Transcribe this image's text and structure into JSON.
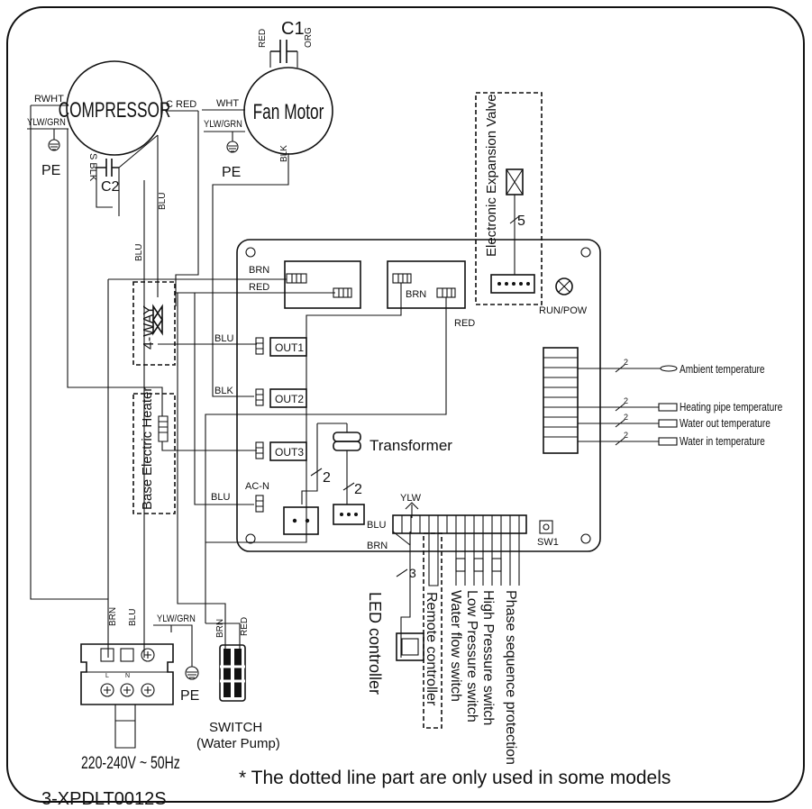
{
  "labels": {
    "compressor": "COMPRESSOR",
    "fan_motor": "Fan Motor",
    "c1": "C1",
    "c2": "C2",
    "pe": "PE",
    "rwht": "RWHT",
    "cred": "C RED",
    "wht": "WHT",
    "ylwgrn": "YLW/GRN",
    "sblk": "S BLK",
    "red": "RED",
    "org": "ORG",
    "blk": "BLK",
    "blu": "BLU",
    "brn": "BRN",
    "ylw": "YLW",
    "acn": "AC-N",
    "four_way": "4-WAY",
    "electric_heater": "Electric Heater",
    "base": "Base",
    "out1": "OUT1",
    "out2": "OUT2",
    "out3": "OUT3",
    "transformer": "Transformer",
    "eev": "Electronic Expansion Valve",
    "runpow": "RUN/POW",
    "sw1": "SW1",
    "n2": "2",
    "n3": "3",
    "n5": "5",
    "ambient": "Ambient temperature",
    "heating_pipe": "Heating pipe temperature",
    "water_out": "Water out temperature",
    "water_in": "Water in temperature",
    "led_controller": "LED controller",
    "remote_controller": "Remote controller",
    "water_flow": "Water flow switch",
    "low_pressure": "Low Pressure switch",
    "high_pressure": "High Pressure switch",
    "phase_seq": "Phase sequence protection",
    "power": "220-240V ~ 50Hz",
    "switch": "SWITCH",
    "water_pump": "(Water Pump)",
    "terminal_l": "L",
    "terminal_n": "N",
    "note": "* The dotted line part are only used in some models",
    "model": "3-XPDLT0012S"
  }
}
